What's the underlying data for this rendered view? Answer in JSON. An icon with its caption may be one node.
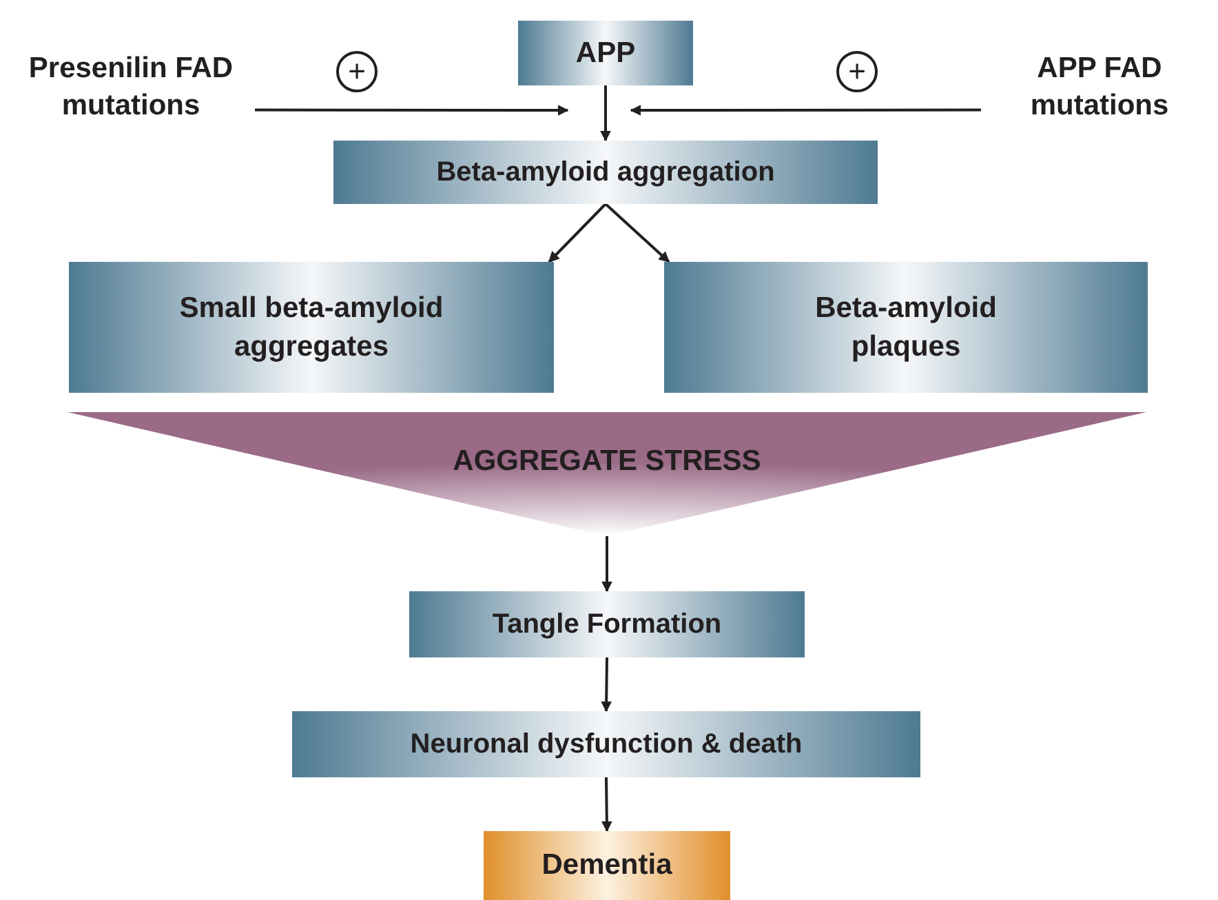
{
  "diagram": {
    "nodes": [
      {
        "text": [
          "Presenilin FAD mutations"
        ]
      },
      {
        "text": [
          "APP"
        ]
      },
      {
        "text": [
          "APP FAD mutations"
        ]
      },
      {
        "text": [
          "Beta-amyloid aggregation"
        ]
      },
      {
        "text": [
          "Small beta-amyloid aggregates"
        ]
      },
      {
        "text": [
          "Beta-amyloid plaques"
        ]
      },
      {
        "text": [
          "AGGREGATE STRESS"
        ]
      },
      {
        "text": [
          "Tangle Formation"
        ]
      },
      {
        "text": [
          "Neuronal dysfunction & death"
        ]
      },
      {
        "text": [
          "Dementia"
        ]
      }
    ],
    "edges": [
      {
        "from": 0,
        "to": 1,
        "arrow": "to"
      },
      {
        "from": 2,
        "to": 1,
        "arrow": "to"
      },
      {
        "from": 1,
        "to": 3,
        "arrow": "to"
      },
      {
        "from": 3,
        "to": 4,
        "arrow": "to"
      },
      {
        "from": 3,
        "to": 5,
        "arrow": "to"
      },
      {
        "from": 6,
        "to": 7,
        "arrow": "to"
      },
      {
        "from": 7,
        "to": 8,
        "arrow": "to"
      },
      {
        "from": 8,
        "to": 9,
        "arrow": "to"
      }
    ],
    "labels": [
      "+",
      "+"
    ]
  }
}
